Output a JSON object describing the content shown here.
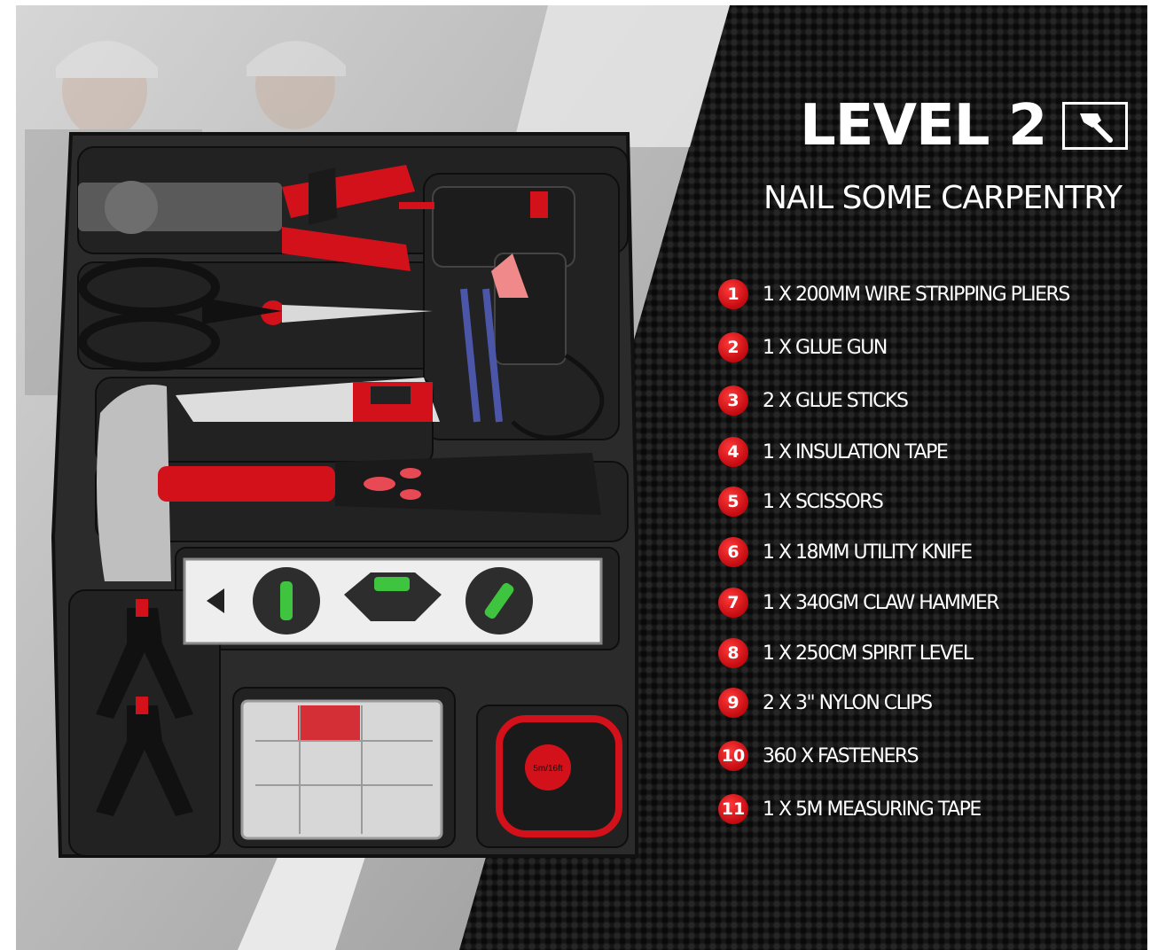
{
  "title": "LEVEL 2",
  "subtitle": "NAIL SOME CARPENTRY",
  "header_icon": "hammer-icon",
  "items": [
    {
      "num": "1",
      "label": "1 X 200MM WIRE STRIPPING PLIERS"
    },
    {
      "num": "2",
      "label": "1 X GLUE GUN"
    },
    {
      "num": "3",
      "label": "2 X GLUE STICKS"
    },
    {
      "num": "4",
      "label": "1 X INSULATION TAPE"
    },
    {
      "num": "5",
      "label": "1 X SCISSORS"
    },
    {
      "num": "6",
      "label": "1 X 18MM UTILITY KNIFE"
    },
    {
      "num": "7",
      "label": "1 X 340GM CLAW HAMMER"
    },
    {
      "num": "8",
      "label": "1 X 250CM SPIRIT LEVEL"
    },
    {
      "num": "9",
      "label": "2 X 3\" NYLON CLIPS"
    },
    {
      "num": "10",
      "label": "360 X FASTENERS"
    },
    {
      "num": "11",
      "label": "1 X 5M MEASURING TAPE"
    }
  ],
  "tape_text": "5m/16ft",
  "colors": {
    "accent": "#d3111a",
    "background": "#161616",
    "text": "#ffffff"
  }
}
